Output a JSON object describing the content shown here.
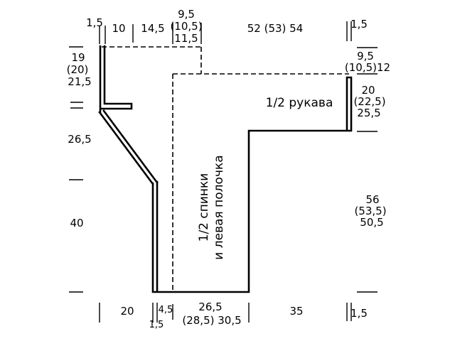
{
  "labels": {
    "top": {
      "left_band": "1,5",
      "seg_10": "10",
      "seg_14_5": "14,5",
      "neck_width": [
        "9,5",
        "(10,5)",
        "11,5"
      ],
      "sleeve_width": "52 (53) 54",
      "right_band": "1,5"
    },
    "right": {
      "neck_depth": [
        "9,5",
        "(10,5)12"
      ],
      "armhole": [
        "20",
        "(22,5)",
        "25,5"
      ],
      "side": [
        "56",
        "(53,5)",
        "50,5"
      ]
    },
    "left": {
      "collar": [
        "19",
        "(20)",
        "21,5"
      ],
      "raglan": "26,5",
      "side": "40"
    },
    "bottom": {
      "back_width": "20",
      "inset": "4,5",
      "band": "1,5",
      "hem": [
        "26,5",
        "(28,5) 30,5"
      ],
      "sleeve": "35",
      "right_band": "1,5"
    },
    "inner": {
      "sleeve": "1/2 рукава",
      "body": [
        "1/2 спинки",
        "и левая полочка"
      ]
    }
  }
}
